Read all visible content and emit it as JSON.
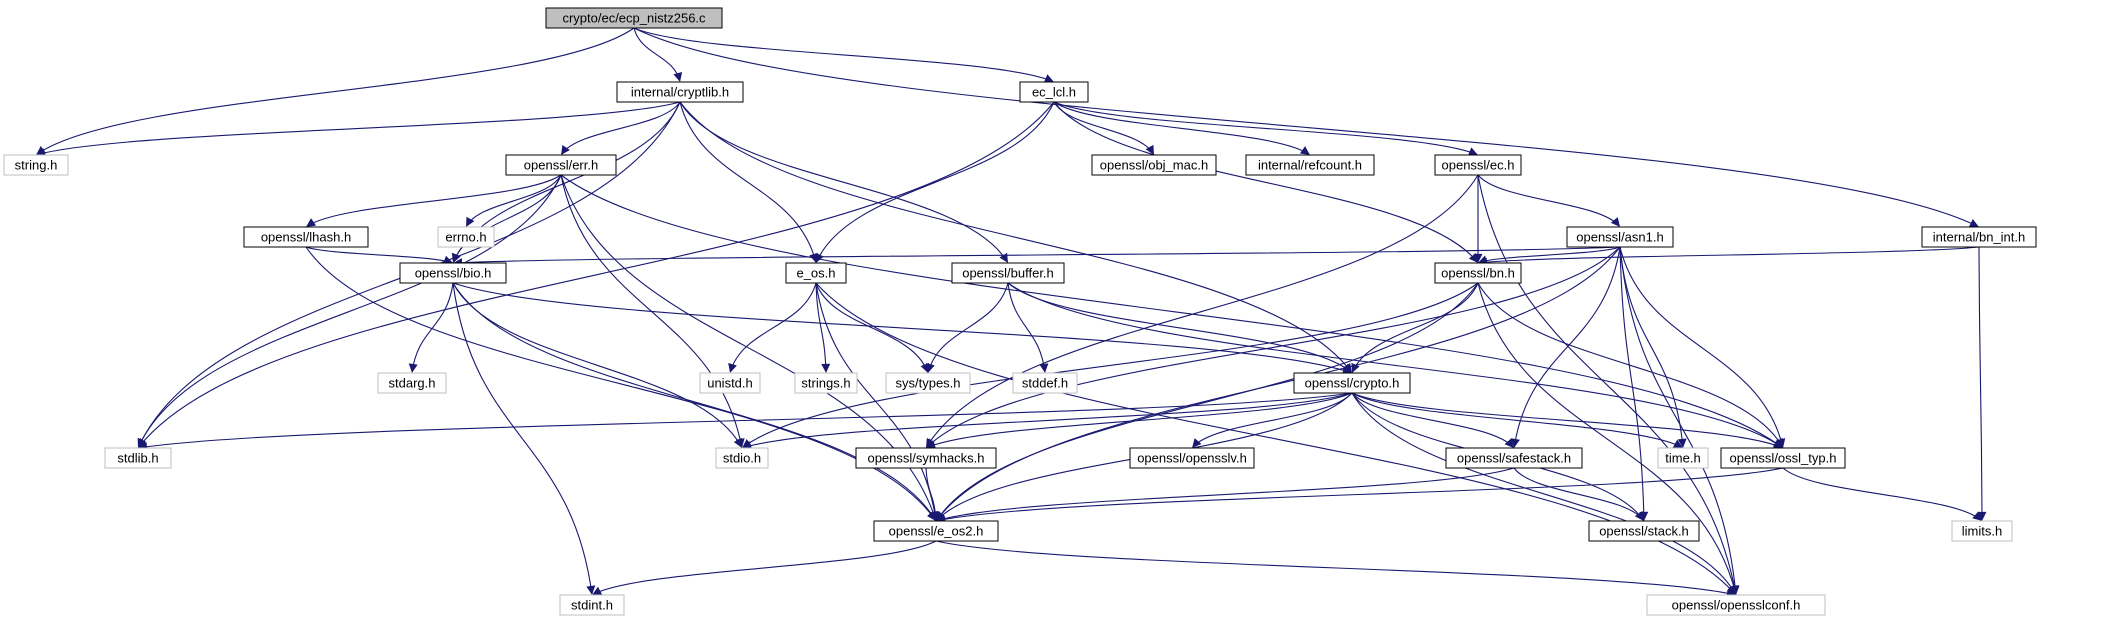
{
  "graph": {
    "colors": {
      "edge": "#191970",
      "arrow": "#191970",
      "root_fill": "#bfbfbf",
      "node_fill": "#ffffff",
      "border_normal": "#000000",
      "border_external": "#bfbfbf",
      "text_normal": "#000000",
      "text_external": "#000000"
    },
    "nodes": [
      {
        "id": "root",
        "label": "crypto/ec/ecp_nistz256.c",
        "kind": "root"
      },
      {
        "id": "cryptlib",
        "label": "internal/cryptlib.h",
        "kind": "normal"
      },
      {
        "id": "ec_lcl",
        "label": "ec_lcl.h",
        "kind": "normal"
      },
      {
        "id": "string",
        "label": "string.h",
        "kind": "external"
      },
      {
        "id": "obj_mac",
        "label": "openssl/obj_mac.h",
        "kind": "normal"
      },
      {
        "id": "refcount",
        "label": "internal/refcount.h",
        "kind": "normal"
      },
      {
        "id": "ec",
        "label": "openssl/ec.h",
        "kind": "normal"
      },
      {
        "id": "err",
        "label": "openssl/err.h",
        "kind": "normal"
      },
      {
        "id": "lhash",
        "label": "openssl/lhash.h",
        "kind": "normal"
      },
      {
        "id": "errno",
        "label": "errno.h",
        "kind": "external"
      },
      {
        "id": "asn1",
        "label": "openssl/asn1.h",
        "kind": "normal"
      },
      {
        "id": "bn_int",
        "label": "internal/bn_int.h",
        "kind": "normal"
      },
      {
        "id": "bio",
        "label": "openssl/bio.h",
        "kind": "normal"
      },
      {
        "id": "e_os",
        "label": "e_os.h",
        "kind": "normal"
      },
      {
        "id": "buffer",
        "label": "openssl/buffer.h",
        "kind": "normal"
      },
      {
        "id": "bn",
        "label": "openssl/bn.h",
        "kind": "normal"
      },
      {
        "id": "stdarg",
        "label": "stdarg.h",
        "kind": "external"
      },
      {
        "id": "unistd",
        "label": "unistd.h",
        "kind": "external"
      },
      {
        "id": "strings",
        "label": "strings.h",
        "kind": "external"
      },
      {
        "id": "systypes",
        "label": "sys/types.h",
        "kind": "external"
      },
      {
        "id": "stddef",
        "label": "stddef.h",
        "kind": "external"
      },
      {
        "id": "crypto",
        "label": "openssl/crypto.h",
        "kind": "normal"
      },
      {
        "id": "stdlib",
        "label": "stdlib.h",
        "kind": "external"
      },
      {
        "id": "stdio",
        "label": "stdio.h",
        "kind": "external"
      },
      {
        "id": "symhacks",
        "label": "openssl/symhacks.h",
        "kind": "normal"
      },
      {
        "id": "opensslv",
        "label": "openssl/opensslv.h",
        "kind": "normal"
      },
      {
        "id": "safestack",
        "label": "openssl/safestack.h",
        "kind": "normal"
      },
      {
        "id": "time",
        "label": "time.h",
        "kind": "external"
      },
      {
        "id": "ossl_typ",
        "label": "openssl/ossl_typ.h",
        "kind": "normal"
      },
      {
        "id": "e_os2",
        "label": "openssl/e_os2.h",
        "kind": "normal"
      },
      {
        "id": "stack",
        "label": "openssl/stack.h",
        "kind": "normal"
      },
      {
        "id": "limits",
        "label": "limits.h",
        "kind": "external"
      },
      {
        "id": "stdint",
        "label": "stdint.h",
        "kind": "external"
      },
      {
        "id": "opensslconf",
        "label": "openssl/opensslconf.h",
        "kind": "external"
      }
    ],
    "edges": [
      [
        "root",
        "string"
      ],
      [
        "root",
        "cryptlib"
      ],
      [
        "root",
        "ec_lcl"
      ],
      [
        "root",
        "bn_int"
      ],
      [
        "cryptlib",
        "string"
      ],
      [
        "cryptlib",
        "stdlib"
      ],
      [
        "cryptlib",
        "err"
      ],
      [
        "cryptlib",
        "bio"
      ],
      [
        "cryptlib",
        "e_os"
      ],
      [
        "cryptlib",
        "buffer"
      ],
      [
        "cryptlib",
        "crypto"
      ],
      [
        "ec_lcl",
        "stdlib"
      ],
      [
        "ec_lcl",
        "obj_mac"
      ],
      [
        "ec_lcl",
        "refcount"
      ],
      [
        "ec_lcl",
        "ec"
      ],
      [
        "ec_lcl",
        "e_os"
      ],
      [
        "ec_lcl",
        "bn"
      ],
      [
        "ec",
        "asn1"
      ],
      [
        "ec",
        "bn"
      ],
      [
        "ec",
        "symhacks"
      ],
      [
        "ec",
        "opensslconf"
      ],
      [
        "err",
        "stdlib"
      ],
      [
        "err",
        "lhash"
      ],
      [
        "err",
        "errno"
      ],
      [
        "err",
        "bio"
      ],
      [
        "err",
        "stdio"
      ],
      [
        "err",
        "e_os2"
      ],
      [
        "err",
        "ossl_typ"
      ],
      [
        "lhash",
        "bio"
      ],
      [
        "lhash",
        "e_os2"
      ],
      [
        "asn1",
        "bio"
      ],
      [
        "asn1",
        "bn"
      ],
      [
        "asn1",
        "symhacks"
      ],
      [
        "asn1",
        "e_os2"
      ],
      [
        "asn1",
        "safestack"
      ],
      [
        "asn1",
        "time"
      ],
      [
        "asn1",
        "ossl_typ"
      ],
      [
        "asn1",
        "stack"
      ],
      [
        "asn1",
        "opensslconf"
      ],
      [
        "bn_int",
        "bn"
      ],
      [
        "bn_int",
        "limits"
      ],
      [
        "bio",
        "stdarg"
      ],
      [
        "bio",
        "stdio"
      ],
      [
        "bio",
        "crypto"
      ],
      [
        "bio",
        "e_os2"
      ],
      [
        "bio",
        "stdint"
      ],
      [
        "e_os",
        "unistd"
      ],
      [
        "e_os",
        "strings"
      ],
      [
        "e_os",
        "systypes"
      ],
      [
        "e_os",
        "e_os2"
      ],
      [
        "e_os",
        "opensslconf"
      ],
      [
        "buffer",
        "systypes"
      ],
      [
        "buffer",
        "stddef"
      ],
      [
        "buffer",
        "crypto"
      ],
      [
        "buffer",
        "ossl_typ"
      ],
      [
        "bn",
        "crypto"
      ],
      [
        "bn",
        "stdio"
      ],
      [
        "bn",
        "e_os2"
      ],
      [
        "bn",
        "ossl_typ"
      ],
      [
        "bn",
        "opensslconf"
      ],
      [
        "crypto",
        "stdlib"
      ],
      [
        "crypto",
        "stdio"
      ],
      [
        "crypto",
        "symhacks"
      ],
      [
        "crypto",
        "opensslv"
      ],
      [
        "crypto",
        "safestack"
      ],
      [
        "crypto",
        "time"
      ],
      [
        "crypto",
        "ossl_typ"
      ],
      [
        "crypto",
        "e_os2"
      ],
      [
        "crypto",
        "stack"
      ],
      [
        "crypto",
        "opensslconf"
      ],
      [
        "symhacks",
        "e_os2"
      ],
      [
        "safestack",
        "stack"
      ],
      [
        "safestack",
        "e_os2"
      ],
      [
        "ossl_typ",
        "e_os2"
      ],
      [
        "ossl_typ",
        "limits"
      ],
      [
        "e_os2",
        "stdint"
      ],
      [
        "e_os2",
        "opensslconf"
      ]
    ]
  }
}
